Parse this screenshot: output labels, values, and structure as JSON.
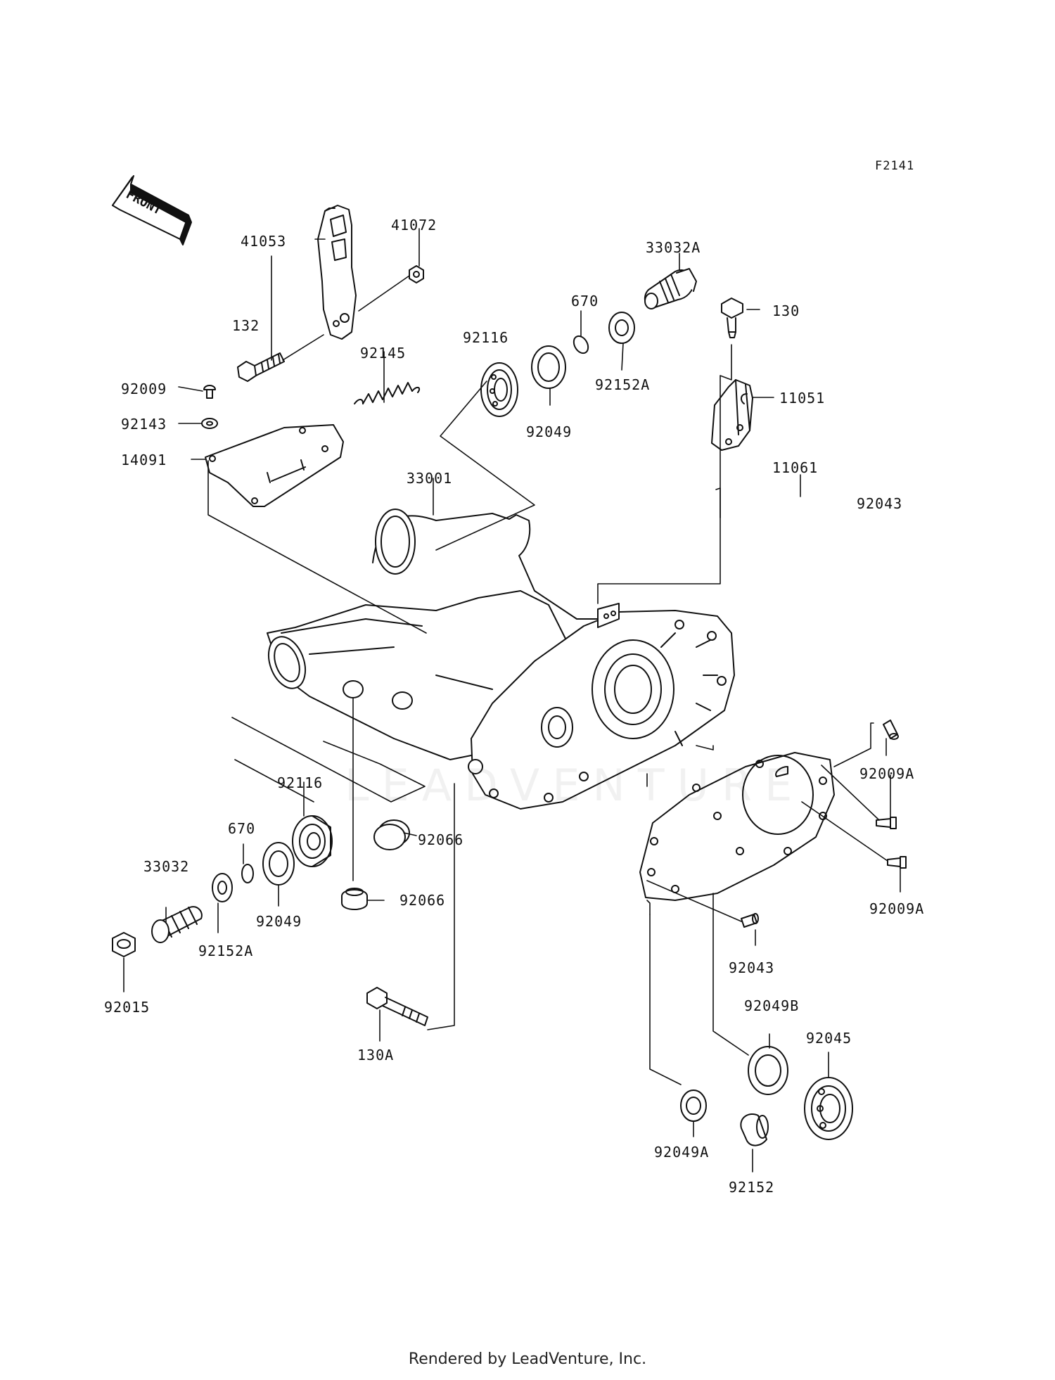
{
  "diagram_code": "F2141",
  "front_label": "FRONT",
  "watermark": "LEADVENTURE",
  "footer": "Rendered by LeadVenture, Inc.",
  "part_labels": {
    "p41053": "41053",
    "p41072": "41072",
    "p132": "132",
    "p92145": "92145",
    "p92009": "92009",
    "p92143": "92143",
    "p14091": "14091",
    "p33032A": "33032A",
    "p670_top": "670",
    "p92116_top": "92116",
    "p130": "130",
    "p92152A_top": "92152A",
    "p92049_top": "92049",
    "p11051": "11051",
    "p33001": "33001",
    "p11061": "11061",
    "p92043_top": "92043",
    "p92009A_1": "92009A",
    "p92009A_2": "92009A",
    "p92116_bot": "92116",
    "p670_bot": "670",
    "p92066_1": "92066",
    "p92066_2": "92066",
    "p33032": "33032",
    "p92049_bot": "92049",
    "p92152A_bot": "92152A",
    "p92015": "92015",
    "p92043_bot": "92043",
    "p92049B": "92049B",
    "p92045": "92045",
    "p130A": "130A",
    "p92049A": "92049A",
    "p92152": "92152"
  }
}
